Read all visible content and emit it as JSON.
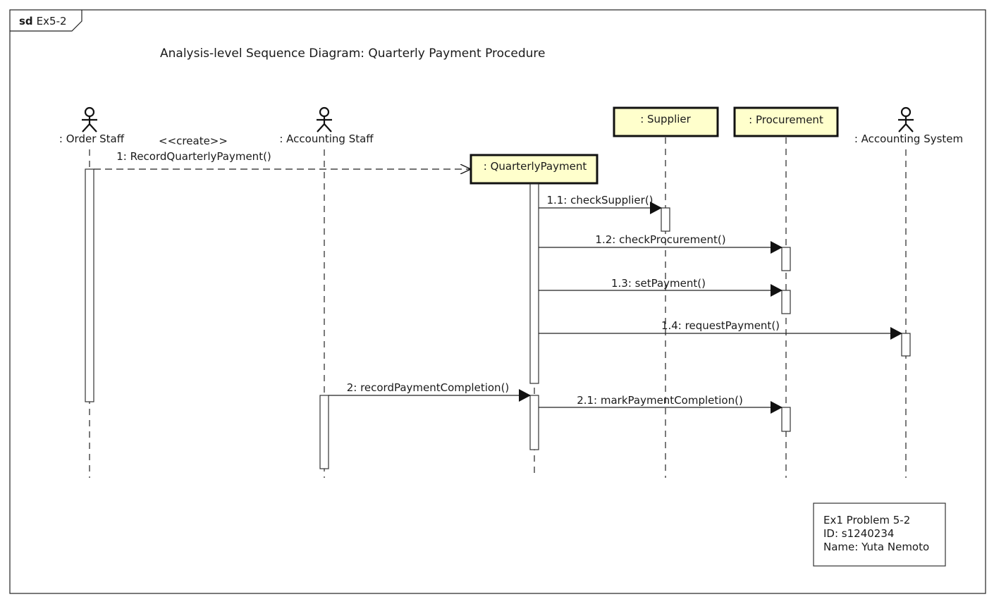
{
  "frame": {
    "keyword": "sd",
    "name": "Ex5-2"
  },
  "title": "Analysis-level Sequence Diagram: Quarterly Payment Procedure",
  "participants": [
    {
      "id": "order_staff",
      "label": ": Order Staff",
      "kind": "actor"
    },
    {
      "id": "accounting_staff",
      "label": ": Accounting Staff",
      "kind": "actor"
    },
    {
      "id": "quarterly_payment",
      "label": ": QuarterlyPayment",
      "kind": "object"
    },
    {
      "id": "supplier",
      "label": ": Supplier",
      "kind": "object"
    },
    {
      "id": "procurement",
      "label": ": Procurement",
      "kind": "object"
    },
    {
      "id": "accounting_system",
      "label": ": Accounting System",
      "kind": "actor"
    }
  ],
  "messages": [
    {
      "stereotype": "<<create>>",
      "label": "1: RecordQuarterlyPayment()",
      "from": "order_staff",
      "to": "quarterly_payment",
      "style": "create"
    },
    {
      "label": "1.1: checkSupplier()",
      "from": "quarterly_payment",
      "to": "supplier",
      "style": "sync"
    },
    {
      "label": "1.2: checkProcurement()",
      "from": "quarterly_payment",
      "to": "procurement",
      "style": "sync"
    },
    {
      "label": "1.3: setPayment()",
      "from": "quarterly_payment",
      "to": "procurement",
      "style": "sync"
    },
    {
      "label": "1.4: requestPayment()",
      "from": "quarterly_payment",
      "to": "accounting_system",
      "style": "sync"
    },
    {
      "label": "2: recordPaymentCompletion()",
      "from": "accounting_staff",
      "to": "quarterly_payment",
      "style": "sync"
    },
    {
      "label": "2.1: markPaymentCompletion()",
      "from": "quarterly_payment",
      "to": "procurement",
      "style": "sync"
    }
  ],
  "note": {
    "lines": [
      "Ex1 Problem 5-2",
      "ID: s1240234",
      "Name: Yuta Nemoto"
    ]
  }
}
